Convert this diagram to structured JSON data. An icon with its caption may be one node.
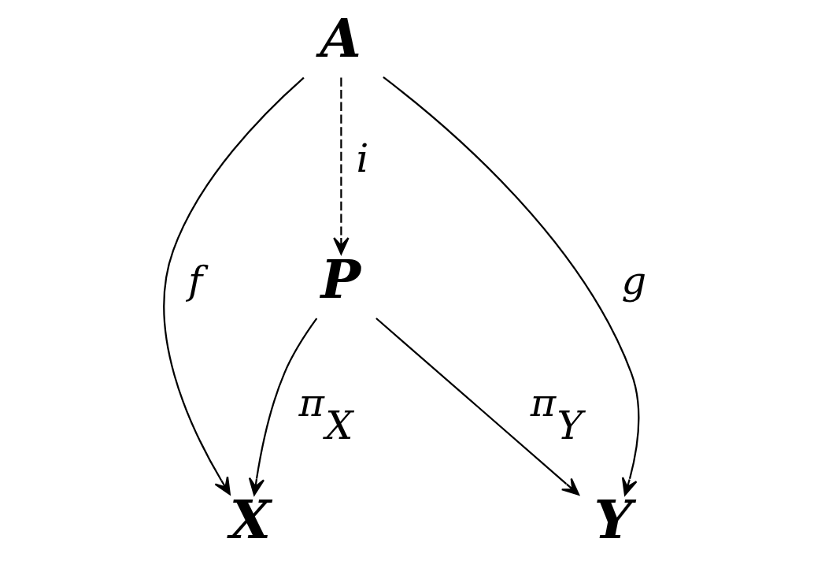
{
  "diagram": {
    "nodes": [
      {
        "text": [
          "A"
        ]
      },
      {
        "text": [
          "P"
        ]
      },
      {
        "text": [
          "X"
        ]
      },
      {
        "text": [
          "Y"
        ]
      }
    ],
    "edges": [
      {
        "from": 0,
        "to": 2,
        "arrow": "to",
        "label": "f"
      },
      {
        "from": 0,
        "to": 1,
        "arrow": "to",
        "label": "i",
        "style": "dashed"
      },
      {
        "from": 0,
        "to": 3,
        "arrow": "to",
        "label": "g"
      },
      {
        "from": 1,
        "to": 2,
        "arrow": "to",
        "label": "π$_{X}$"
      },
      {
        "from": 1,
        "to": 3,
        "arrow": "to",
        "label": "π$_{Y}$"
      }
    ]
  }
}
